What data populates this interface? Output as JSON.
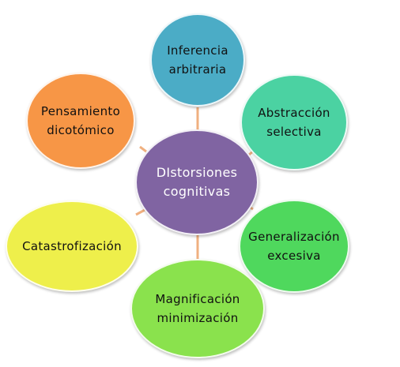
{
  "center": {
    "label": "DIstorsiones\ncognitivas",
    "color": "#8064a2"
  },
  "nodes": [
    {
      "id": "inferencia",
      "label": "Inferencia\narbitraria",
      "color": "#4bacc6"
    },
    {
      "id": "abstraccion",
      "label": "Abstracción\nselectiva",
      "color": "#4bd2a2"
    },
    {
      "id": "generalizacion",
      "label": "Generalización\nexcesiva",
      "color": "#4fd85d"
    },
    {
      "id": "magnificacion",
      "label": "Magnificación\nminimización",
      "color": "#8ae24d"
    },
    {
      "id": "catastrofizacion",
      "label": "Catastrofización",
      "color": "#eeef4b"
    },
    {
      "id": "pensamiento",
      "label": "Pensamiento\ndicotómico",
      "color": "#f79646"
    }
  ],
  "connector_color": "#f0b080"
}
